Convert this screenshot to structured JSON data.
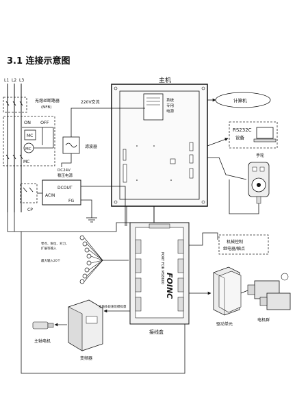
{
  "page": {
    "title": "3.1 连接示意图"
  },
  "labels": {
    "main_unit": "主机",
    "phases": [
      "L1",
      "L2",
      "L3"
    ],
    "nfb": "无熔丝断路器",
    "nfb_sub": "(NFB)",
    "ac220": "220V交流",
    "filter": "滤波器",
    "psu_line1": "系统",
    "psu_line2": "专用",
    "psu_line3": "电源",
    "on": "ON",
    "off": "OFF",
    "mc": "MC",
    "dc24v": "DC24V",
    "regulated": "稳压电源",
    "dcout": "DCOUT",
    "acin": "ACIN",
    "fg": "FG",
    "cp": "CP",
    "computer": "计算机",
    "rs232c": "RS232C",
    "device": "设备",
    "handwheel": "手轮",
    "io_note1": "零点、限位、对刀、",
    "io_note2": "扩展等输入",
    "io_note3": "最大输入20个",
    "relay_line1": "机械控制",
    "relay_line2": "继电器/触点",
    "spindle_signal": "主轴多段速及模拟量",
    "spindle_motor": "主轴电机",
    "inverter": "变频器",
    "junction_box": "接线盒",
    "drive_unit": "驱动单元",
    "motor_group": "电机群",
    "brand": "FOINC",
    "board_text": "PORT FOR MSB600"
  },
  "colors": {
    "line": "#111111",
    "dashed": "#222222",
    "panel": "#f4f4f4",
    "device": "#e8e8e8"
  }
}
